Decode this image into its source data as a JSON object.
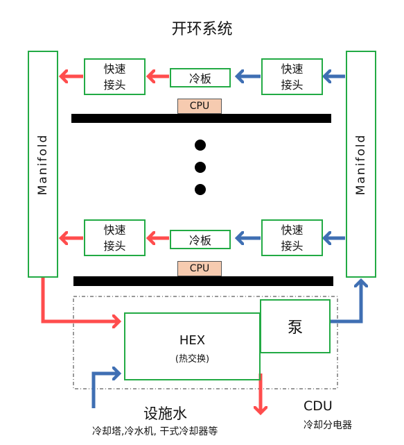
{
  "title": "开环系统",
  "manifold_left": "Manifold",
  "manifold_right": "Manifold",
  "quick_connect": "快速\n接头",
  "cold_plate": "冷板",
  "cpu": "CPU",
  "hex": {
    "label": "HEX",
    "sub": "(热交换)"
  },
  "pump": "泵",
  "facility_water": {
    "label": "设施水",
    "sub": "冷却塔,冷水机, 干式冷却器等"
  },
  "cdu": {
    "label": "CDU",
    "sub": "冷却分电器"
  },
  "colors": {
    "hot": "#ff4d4d",
    "cold": "#3f6fb3",
    "box_border": "#22aa44",
    "cpu_fill": "#f6cbb0"
  }
}
